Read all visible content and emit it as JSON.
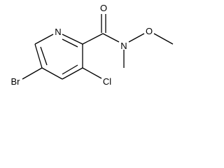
{
  "molecule": {
    "atoms": {
      "nitrogen_ring": "N",
      "oxygen_carbonyl": "O",
      "nitrogen_amide": "N",
      "oxygen_methoxy": "O",
      "bromine": "Br",
      "chlorine": "Cl"
    }
  }
}
